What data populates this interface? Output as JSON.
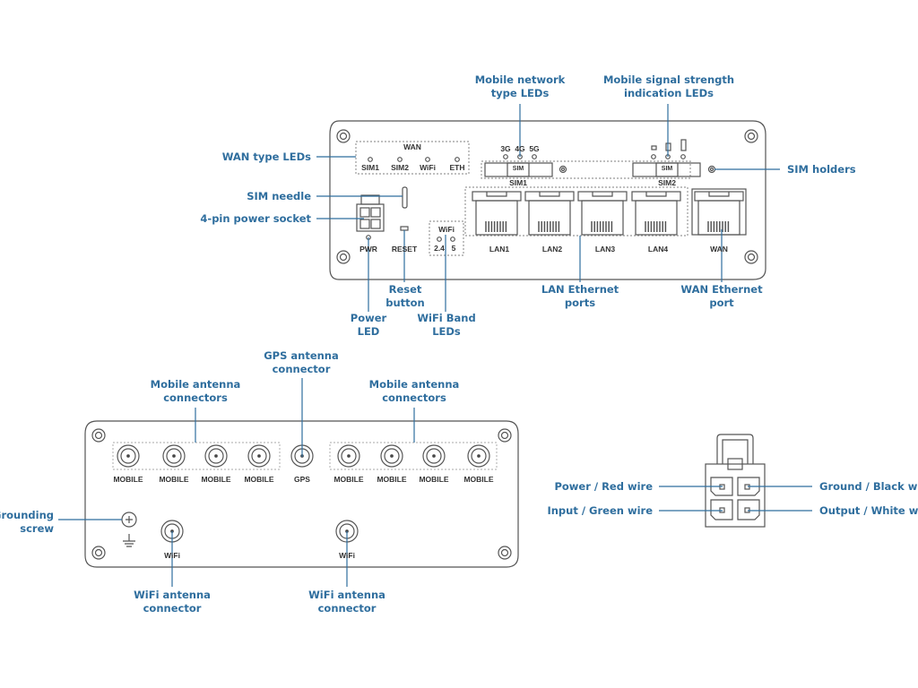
{
  "colors": {
    "callout": "#2f6e9e",
    "outline": "#555555",
    "device_text": "#333333"
  },
  "front_panel": {
    "wan_group_title": "WAN",
    "wan_leds": [
      "SIM1",
      "SIM2",
      "WiFi",
      "ETH"
    ],
    "network_type_leds": [
      "3G",
      "4G",
      "5G"
    ],
    "sim_slot_label": "SIM",
    "sim_names": [
      "SIM1",
      "SIM2"
    ],
    "power_led_label": "PWR",
    "reset_label": "RESET",
    "wifi_group_title": "WiFi",
    "wifi_bands": [
      "2.4",
      "5"
    ],
    "lan_ports": [
      "LAN1",
      "LAN2",
      "LAN3",
      "LAN4"
    ],
    "wan_port": "WAN",
    "callouts": {
      "network_type": [
        "Mobile network",
        "type LEDs"
      ],
      "signal_strength": [
        "Mobile signal strength",
        "indication LEDs"
      ],
      "wan_type": "WAN type LEDs",
      "sim_holders": "SIM holders",
      "sim_needle": "SIM needle",
      "power_socket": "4-pin power socket",
      "reset": [
        "Reset",
        "button"
      ],
      "power_led": [
        "Power",
        "LED"
      ],
      "wifi_band": [
        "WiFi Band",
        "LEDs"
      ],
      "lan_ports": [
        "LAN Ethernet",
        "ports"
      ],
      "wan_port": [
        "WAN Ethernet",
        "port"
      ]
    }
  },
  "back_panel": {
    "connectors": [
      "MOBILE",
      "MOBILE",
      "MOBILE",
      "MOBILE",
      "GPS",
      "MOBILE",
      "MOBILE",
      "MOBILE",
      "MOBILE"
    ],
    "wifi_connectors": [
      "WiFi",
      "WiFi"
    ],
    "callouts": {
      "gps": [
        "GPS antenna",
        "connector"
      ],
      "mobile_left": [
        "Mobile antenna",
        "connectors"
      ],
      "mobile_right": [
        "Mobile antenna",
        "connectors"
      ],
      "grounding": [
        "Grounding",
        "screw"
      ],
      "wifi_left": [
        "WiFi antenna",
        "connector"
      ],
      "wifi_right": [
        "WiFi antenna",
        "connector"
      ]
    }
  },
  "power_connector": {
    "pins": [
      "Power / Red wire",
      "Ground / Black wire",
      "Input / Green wire",
      "Output / White wire"
    ]
  }
}
